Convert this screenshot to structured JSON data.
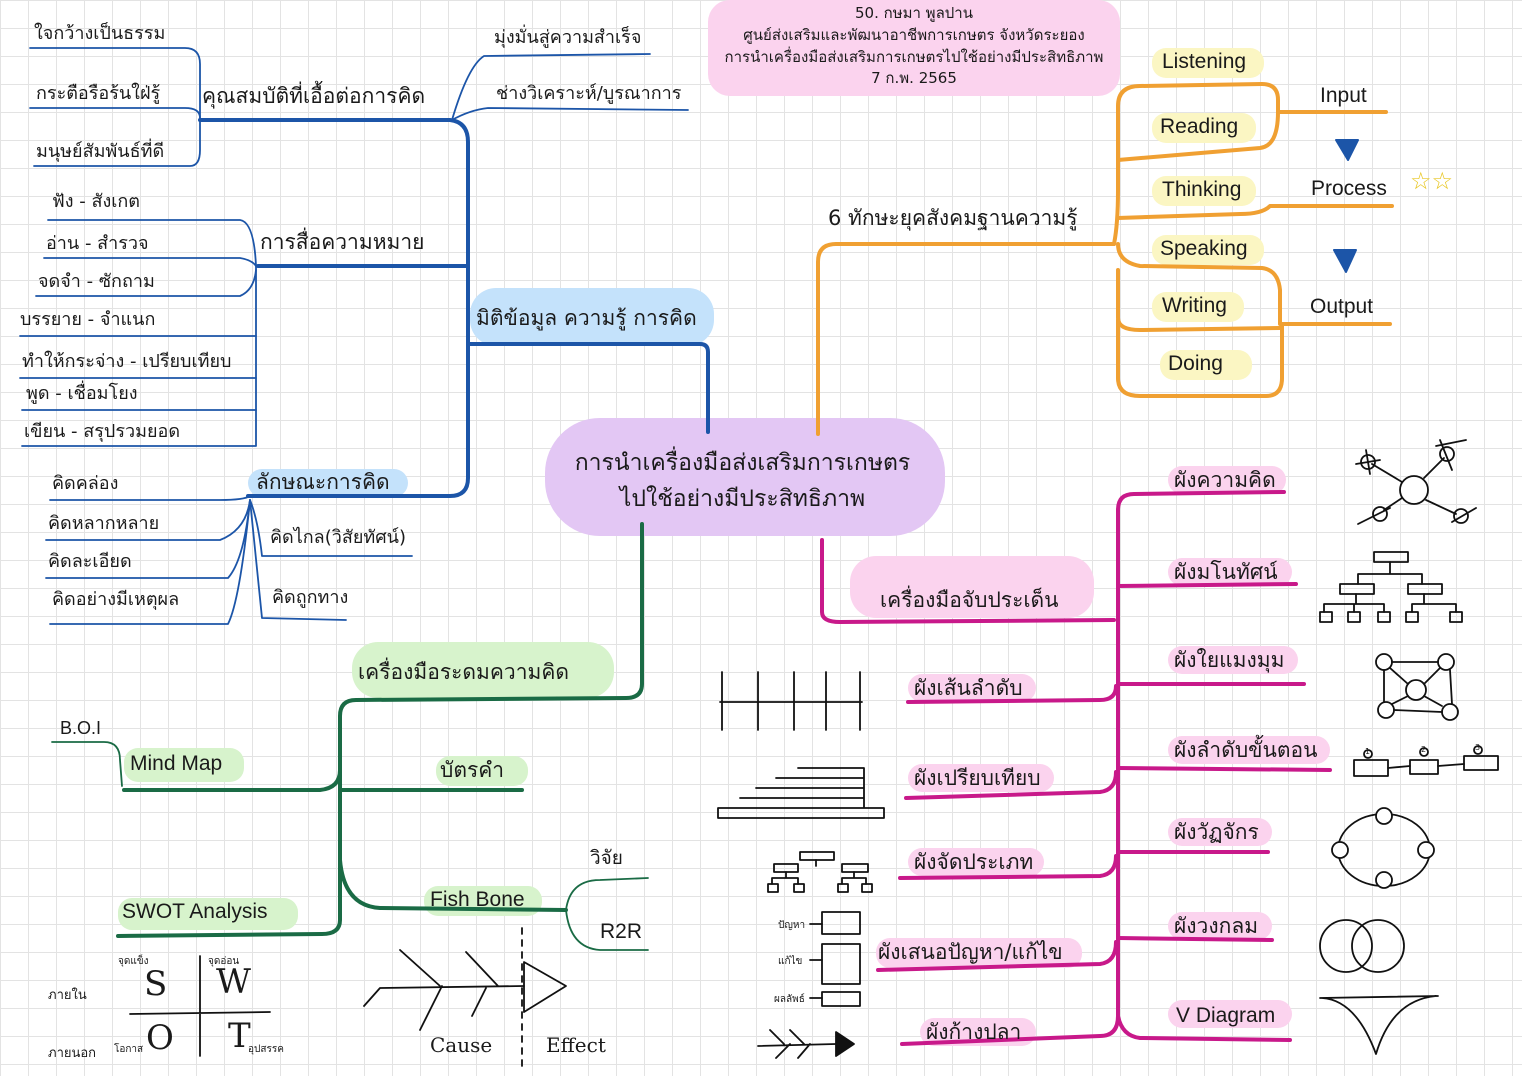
{
  "header": {
    "line1": "50. กษมา พูลปาน",
    "line2": "ศูนย์ส่งเสริมและพัฒนาอาชีพการเกษตร จังหวัดระยอง",
    "line3": "การนำเครื่องมือส่งเสริมการเกษตรไปใช้อย่างมีประสิทธิภาพ",
    "line4": "7 ก.พ. 2565"
  },
  "center": {
    "line1": "การนำเครื่องมือส่งเสริมการเกษตร",
    "line2": "ไปใช้อย่างมีประสิทธิภาพ"
  },
  "blue_branch": {
    "title": "มิติข้อมูล ความรู้ การคิด",
    "attributes": {
      "label": "คุณสมบัติที่เอื้อต่อการคิด",
      "left": [
        "ใจกว้างเป็นธรรม",
        "กระตือรือร้นใฝ่รู้",
        "มนุษย์สัมพันธ์ที่ดี"
      ],
      "right": [
        "มุ่งมั่นสู่ความสำเร็จ",
        "ช่างวิเคราะห์/บูรณาการ"
      ]
    },
    "communication": {
      "label": "การสื่อความหมาย",
      "items": [
        "ฟัง - สังเกต",
        "อ่าน - สำรวจ",
        "จดจำ - ซักถาม",
        "บรรยาย - จำแนก",
        "ทำให้กระจ่าง - เปรียบเทียบ",
        "พูด - เชื่อมโยง",
        "เขียน - สรุปรวมยอด"
      ]
    },
    "thinking": {
      "label": "ลักษณะการคิด",
      "left": [
        "คิดคล่อง",
        "คิดหลากหลาย",
        "คิดละเอียด",
        "คิดอย่างมีเหตุผล"
      ],
      "right": [
        "คิดไกล(วิสัยทัศน์)",
        "คิดถูกทาง"
      ]
    }
  },
  "orange_branch": {
    "title": "6 ทักษะยุคสังคมฐานความรู้",
    "skills": [
      "Listening",
      "Reading",
      "Thinking",
      "Speaking",
      "Writing",
      "Doing"
    ],
    "flow": [
      "Input",
      "Process",
      "Output"
    ],
    "stars": "☆☆"
  },
  "green_branch": {
    "title": "เครื่องมือระดมความคิด",
    "boi": "B.O.I",
    "mindmap": "Mind Map",
    "card": "บัตรคำ",
    "fishbone": "Fish Bone",
    "fish_sub": [
      "วิจัย",
      "R2R"
    ],
    "swot": "SWOT Analysis",
    "swot_grid": {
      "letters": [
        "S",
        "W",
        "O",
        "T"
      ],
      "strength": "จุดแข็ง",
      "weakness": "จุดอ่อน",
      "opportunity": "โอกาส",
      "threat": "อุปสรรค",
      "internal": "ภายใน",
      "external": "ภายนอก"
    },
    "fish_labels": [
      "Cause",
      "Effect"
    ]
  },
  "pink_branch": {
    "title": "เครื่องมือจับประเด็น",
    "right": [
      "ผังความคิด",
      "ผังมโนทัศน์",
      "ผังใยแมงมุม",
      "ผังลำดับขั้นตอน",
      "ผังวัฏจักร",
      "ผังวงกลม",
      "V Diagram"
    ],
    "left": [
      "ผังเส้นลำดับ",
      "ผังเปรียบเทียบ",
      "ผังจัดประเภท",
      "ผังเสนอปัญหา/แก้ไข",
      "ผังก้างปลา"
    ],
    "problem_labels": [
      "ปัญหา",
      "แก้ไข",
      "ผลลัพธ์"
    ],
    "step_numbers": [
      "1",
      "2",
      "3"
    ]
  },
  "colors": {
    "blue": "#1c55a8",
    "orange": "#f0a032",
    "green": "#1a6b45",
    "pink": "#c8198a",
    "purple_blob": "#e3c7f4",
    "pink_blob": "#fbd3ee",
    "blue_hl": "#c4e2fb",
    "green_hl": "#d7f3cc",
    "yellow_hl": "#fbf6c3"
  }
}
